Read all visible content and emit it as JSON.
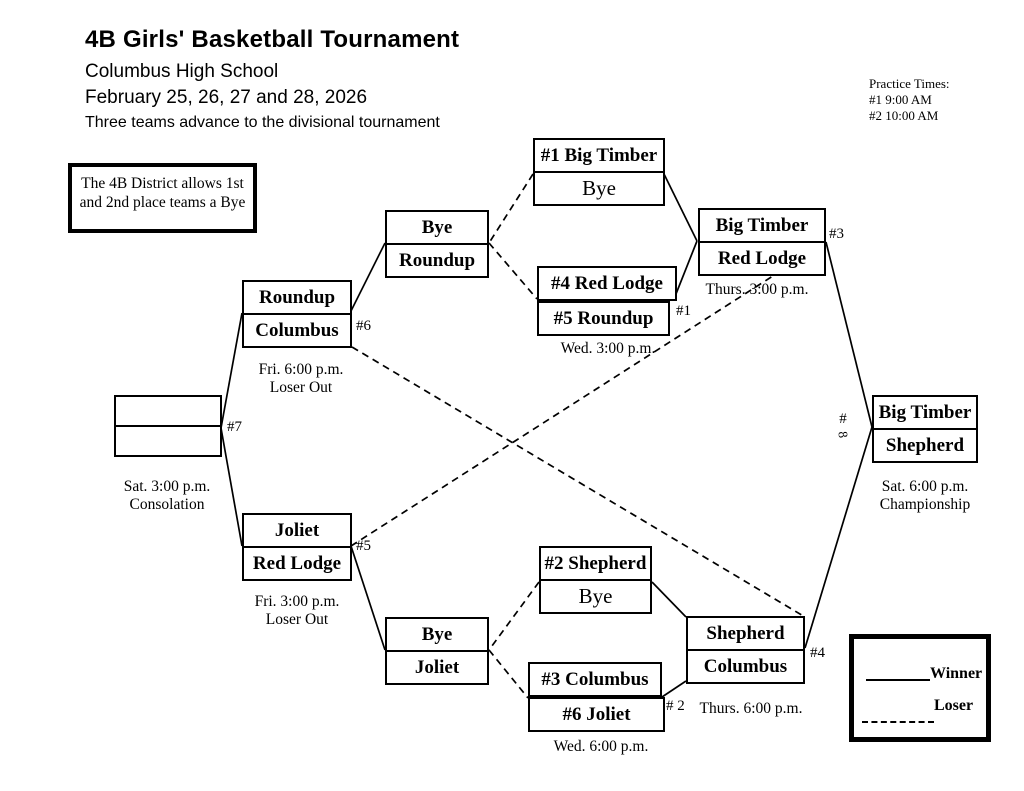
{
  "page": {
    "title": "4B Girls' Basketball Tournament",
    "school": "Columbus High School",
    "dates": "February 25, 26, 27 and 28, 2026",
    "subtitle": "Three teams advance to the divisional tournament"
  },
  "practice_times": {
    "heading": "Practice Times:",
    "slot1": "#1 9:00 AM",
    "slot2": "#2 10:00 AM"
  },
  "note_box": {
    "line1": "The 4B District allows 1st",
    "line2": "and 2nd place teams a Bye"
  },
  "bracket": {
    "seed_game_top": {
      "team1": "#1 Big Timber",
      "team2": "Bye"
    },
    "game1": {
      "team1": "#4 Red Lodge",
      "team2": "#5 Roundup",
      "label": "#1",
      "time": "Wed. 3:00 p.m."
    },
    "loser_bye_top": {
      "team1": "Bye",
      "team2": "Roundup"
    },
    "game3": {
      "team1": "Big Timber",
      "team2": "Red Lodge",
      "label": "#3",
      "time": "Thurs. 3:00 p.m."
    },
    "game6": {
      "team1": "Roundup",
      "team2": "Columbus",
      "label": "#6",
      "time": "Fri. 6:00 p.m.",
      "note": "Loser Out"
    },
    "game7": {
      "team1": "",
      "team2": "",
      "label": "#7",
      "time": "Sat. 3:00 p.m.",
      "note": "Consolation"
    },
    "game5": {
      "team1": "Joliet",
      "team2": "Red Lodge",
      "label": "#5",
      "time": "Fri. 3:00 p.m.",
      "note": "Loser Out"
    },
    "loser_bye_bottom": {
      "team1": "Bye",
      "team2": "Joliet"
    },
    "seed_game_bottom": {
      "team1": "#2 Shepherd",
      "team2": "Bye"
    },
    "game2": {
      "team1": "#3 Columbus",
      "team2": "#6 Joliet",
      "label": "# 2",
      "time": "Wed. 6:00 p.m."
    },
    "game4": {
      "team1": "Shepherd",
      "team2": "Columbus",
      "label": "#4",
      "time": "Thurs. 6:00 p.m."
    },
    "championship": {
      "team1": "Big Timber",
      "team2": "Shepherd",
      "label_hash": "#",
      "label_num": "8",
      "time": "Sat. 6:00 p.m.",
      "note": "Championship"
    }
  },
  "legend": {
    "winner": "Winner",
    "loser": "Loser"
  }
}
